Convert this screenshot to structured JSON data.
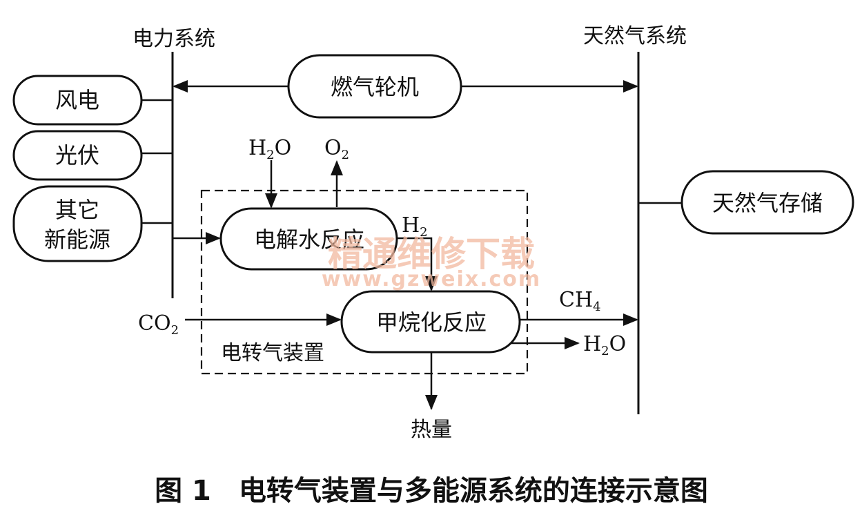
{
  "labels": {
    "power_system": "电力系统",
    "gas_system": "天然气系统",
    "wind": "风电",
    "pv": "光伏",
    "other_line1": "其它",
    "other_line2": "新能源",
    "gas_turbine": "燃气轮机",
    "h2o_in": "H",
    "h2o_in_sub": "2",
    "h2o_in_tail": "O",
    "o2": "O",
    "o2_sub": "2",
    "electrolysis": "电解水反应",
    "h2": "H",
    "h2_sub": "2",
    "co2": "CO",
    "co2_sub": "2",
    "methanation": "甲烷化反应",
    "ch4": "CH",
    "ch4_sub": "4",
    "h2o_out": "H",
    "h2o_out_sub": "2",
    "h2o_out_tail": "O",
    "p2g_device": "电转气装置",
    "heat": "热量",
    "gas_storage": "天然气存储"
  },
  "watermark": {
    "line1": "精通维修下载",
    "line2": "www.gzweix.com"
  },
  "caption": "图 1　电转气装置与多能源系统的连接示意图"
}
